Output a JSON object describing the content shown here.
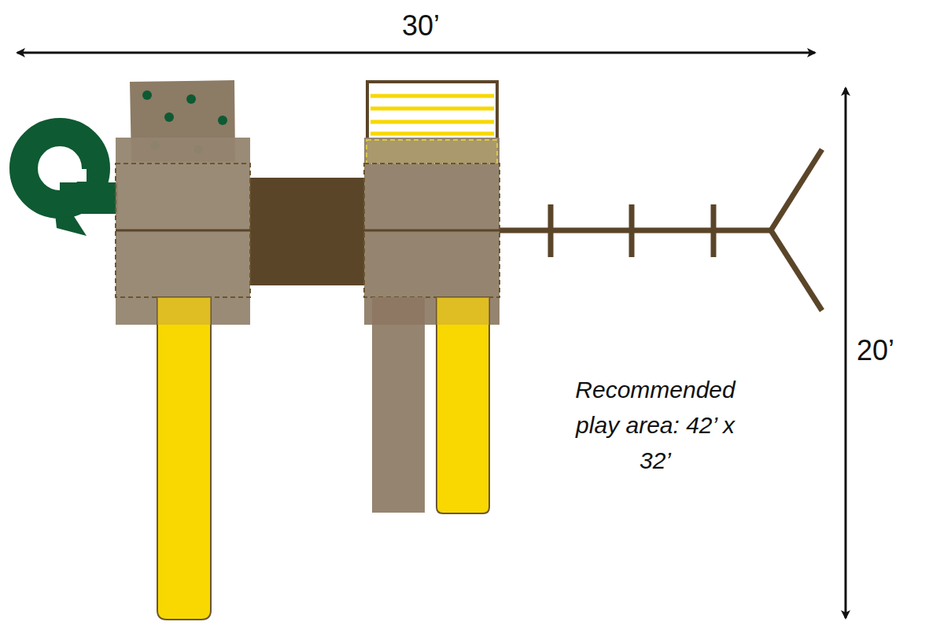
{
  "diagram": {
    "labels": [
      "30’",
      "20’",
      "Recommended play area: 42’ x 32’"
    ]
  }
}
